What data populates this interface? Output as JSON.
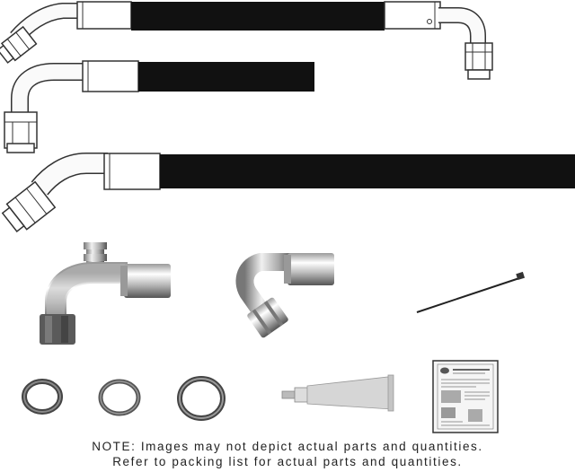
{
  "note": {
    "line1": "NOTE: Images may not depict actual parts and quantities.",
    "line2": "Refer to packing list for actual parts and quantities."
  },
  "parts": [
    {
      "name": "hose-assembly-1",
      "description-icon": "ac-hose-with-two-fittings-icon"
    },
    {
      "name": "hose-assembly-2",
      "description-icon": "ac-hose-with-bent-fitting-icon"
    },
    {
      "name": "hose-assembly-3",
      "description-icon": "ac-hose-with-angled-fitting-icon"
    },
    {
      "name": "fitting-barb-90",
      "description-icon": "barb-elbow-fitting-icon"
    },
    {
      "name": "fitting-bent-135",
      "description-icon": "bent-crimp-fitting-icon"
    },
    {
      "name": "cable-tie",
      "description-icon": "wire-tie-icon"
    },
    {
      "name": "o-ring-small",
      "description-icon": "o-ring-icon"
    },
    {
      "name": "o-ring-medium",
      "description-icon": "o-ring-icon"
    },
    {
      "name": "o-ring-large",
      "description-icon": "o-ring-icon"
    },
    {
      "name": "lubricant-tube",
      "description-icon": "lubricant-tube-icon"
    },
    {
      "name": "instruction-sheet",
      "description-icon": "instruction-card-icon"
    }
  ],
  "colors": {
    "hose": "#111111",
    "metal_light": "#f4f4f4",
    "metal_mid": "#c8c8c8",
    "metal_dark": "#6e6e6e",
    "outline": "#333333"
  }
}
